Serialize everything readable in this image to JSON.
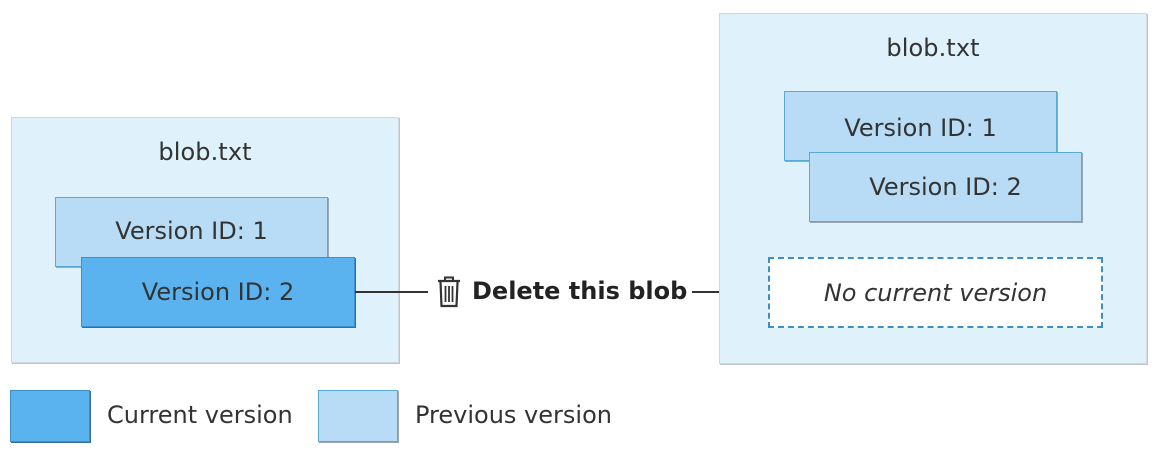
{
  "left_panel": {
    "title": "blob.txt",
    "versions": [
      {
        "label": "Version ID: 1",
        "state": "previous"
      },
      {
        "label": "Version ID: 2",
        "state": "current"
      }
    ]
  },
  "action": {
    "label": "Delete this blob",
    "icon": "trash-icon"
  },
  "right_panel": {
    "title": "blob.txt",
    "versions": [
      {
        "label": "Version ID: 1",
        "state": "previous"
      },
      {
        "label": "Version ID: 2",
        "state": "previous"
      }
    ],
    "no_current_label": "No current version"
  },
  "legend": {
    "current_label": "Current version",
    "previous_label": "Previous version"
  },
  "colors": {
    "panel_bg": "#dff2fb",
    "current": "#5ab2ef",
    "previous": "#b8dcf5",
    "dashed_border": "#3b8fc4"
  }
}
